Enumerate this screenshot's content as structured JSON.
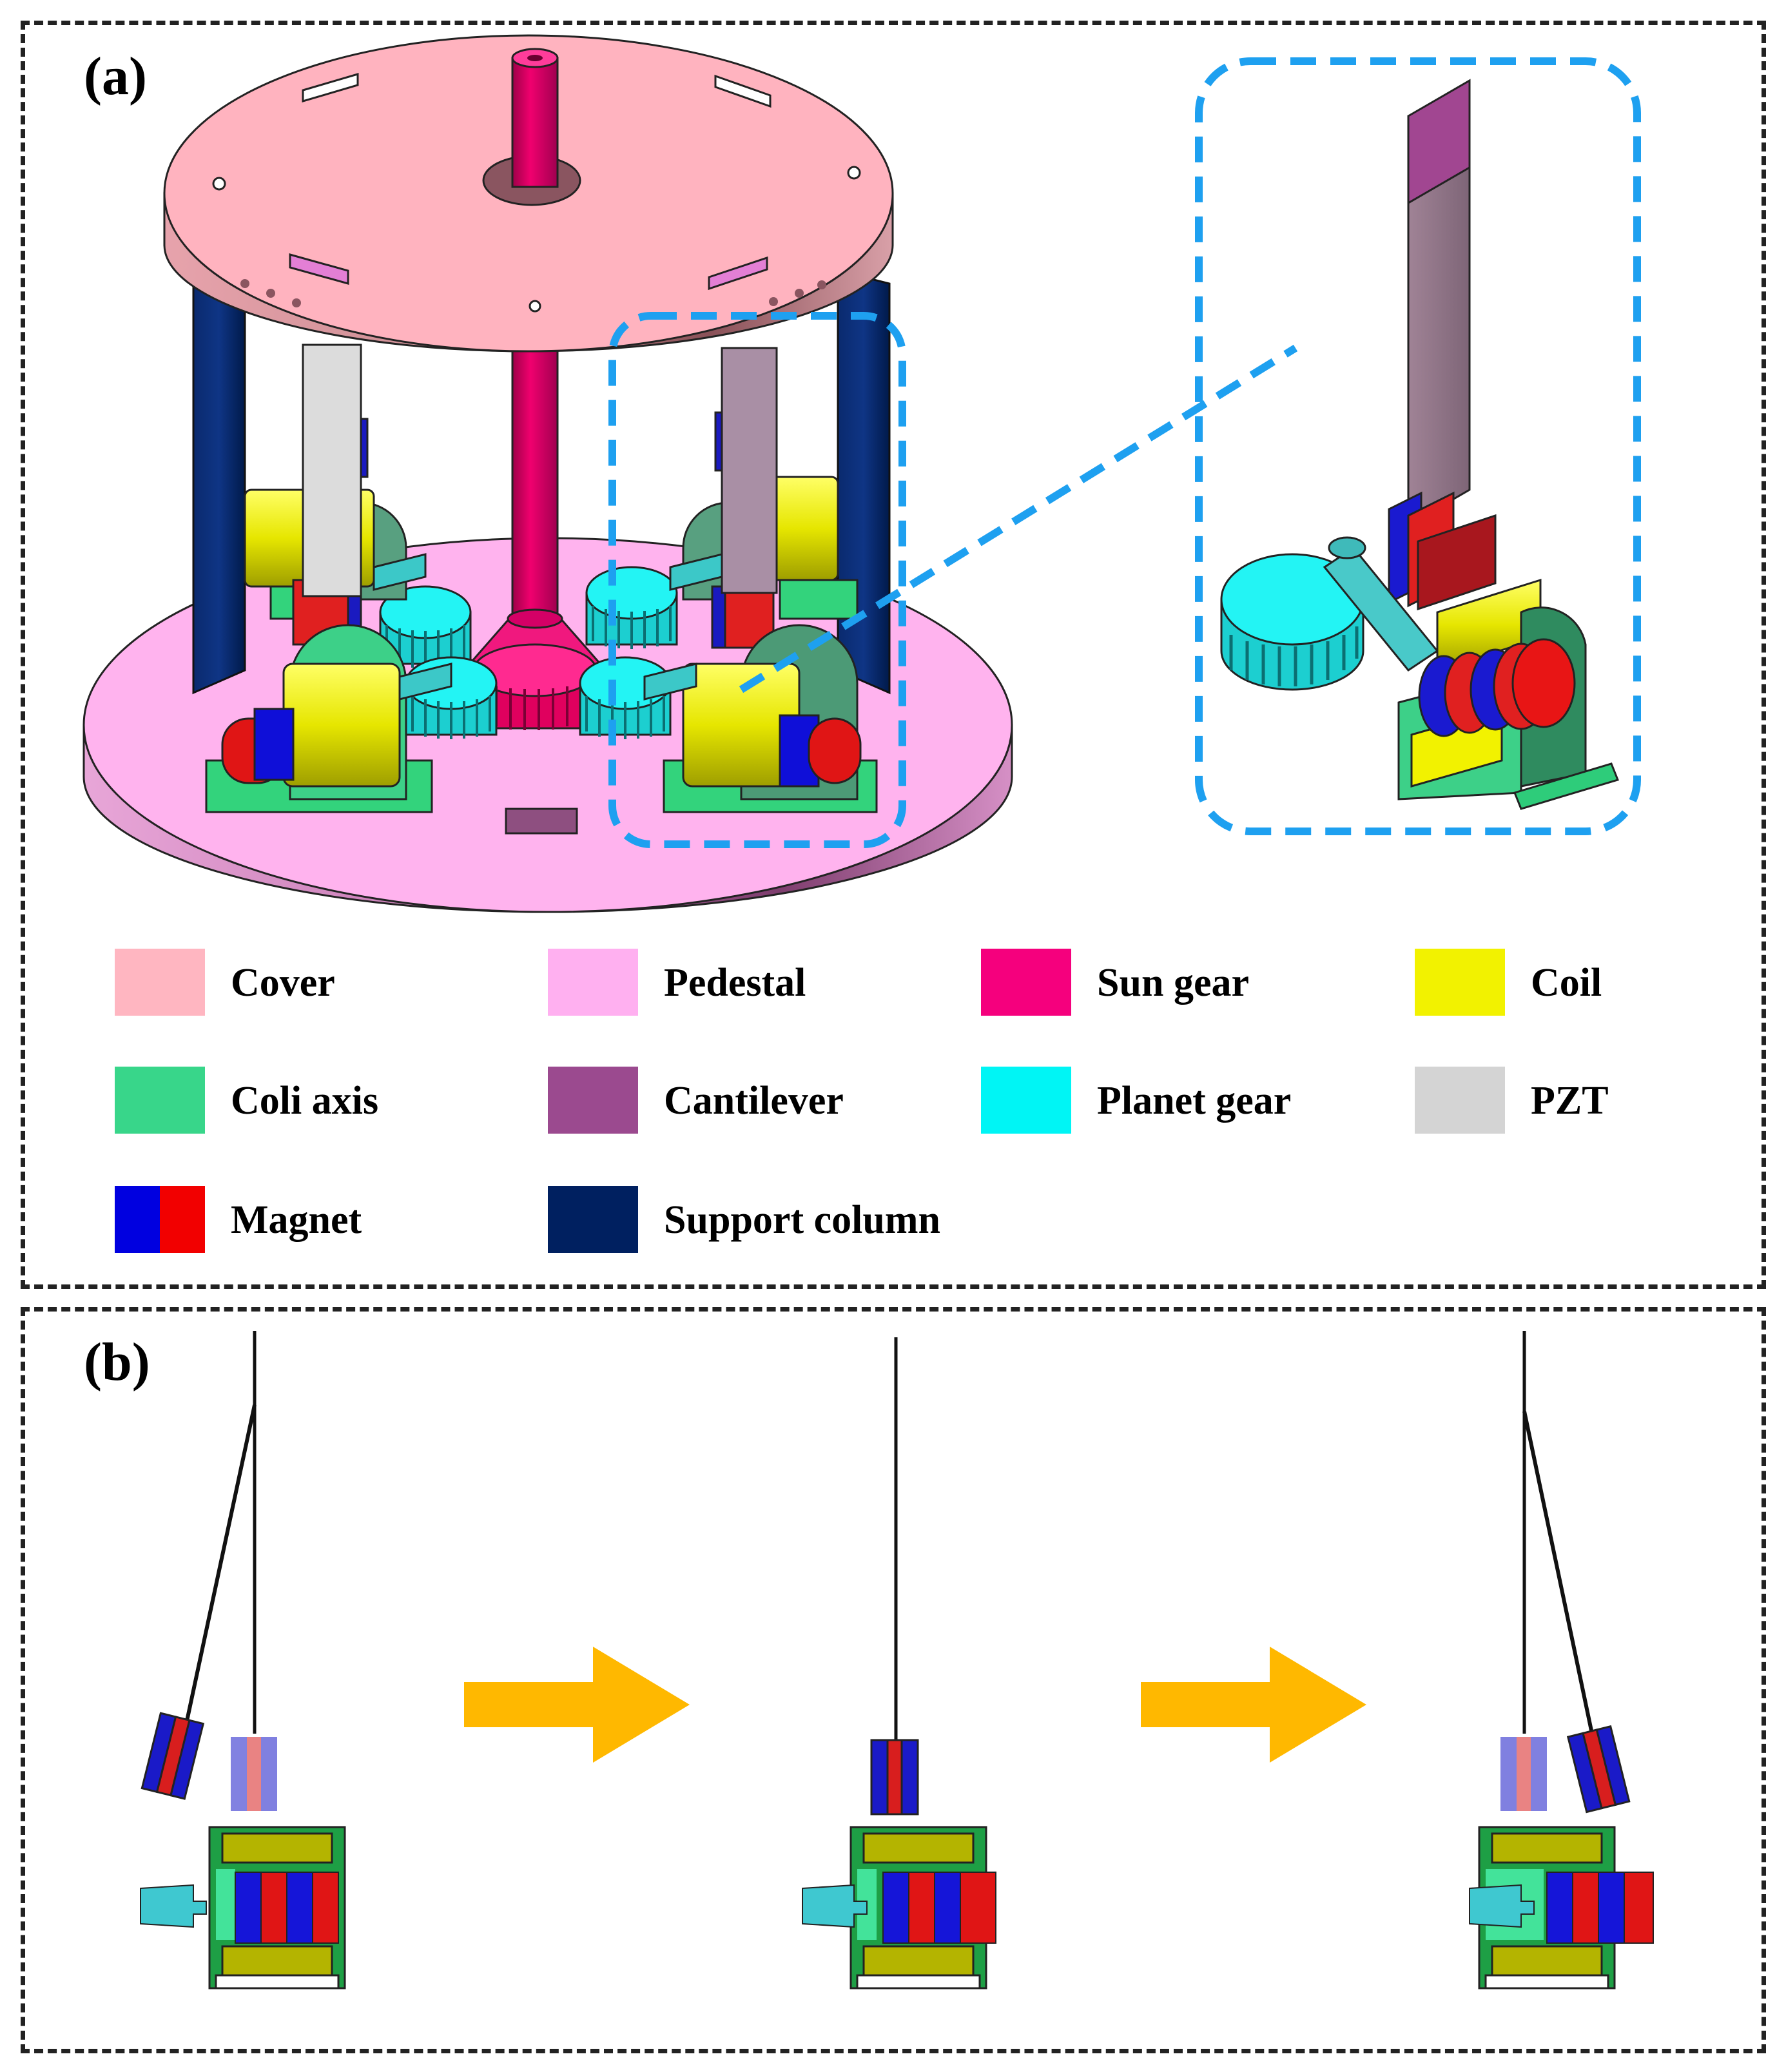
{
  "panels": {
    "a_label": "(a)",
    "b_label": "(b)"
  },
  "legend": [
    {
      "label": "Cover",
      "color": "#FFB6C1"
    },
    {
      "label": "Pedestal",
      "color": "#FFB0F0"
    },
    {
      "label": "Sun gear",
      "color": "#F5007D"
    },
    {
      "label": "Coil",
      "color": "#F2F200"
    },
    {
      "label": "Coli axis",
      "color": "#38D68A"
    },
    {
      "label": "Cantilever",
      "color": "#9B4A8F"
    },
    {
      "label": "Planet gear",
      "color": "#00F5F5"
    },
    {
      "label": "PZT",
      "color": "#D4D4D4"
    },
    {
      "label": "Magnet",
      "color": "#0000E0",
      "color2": "#F20000"
    },
    {
      "label": "Support column",
      "color": "#002060"
    }
  ],
  "colors": {
    "dash_border": "#222222",
    "callout": "#1EA0F0",
    "arrow": "#FFB800"
  },
  "sequence_steps": 3
}
